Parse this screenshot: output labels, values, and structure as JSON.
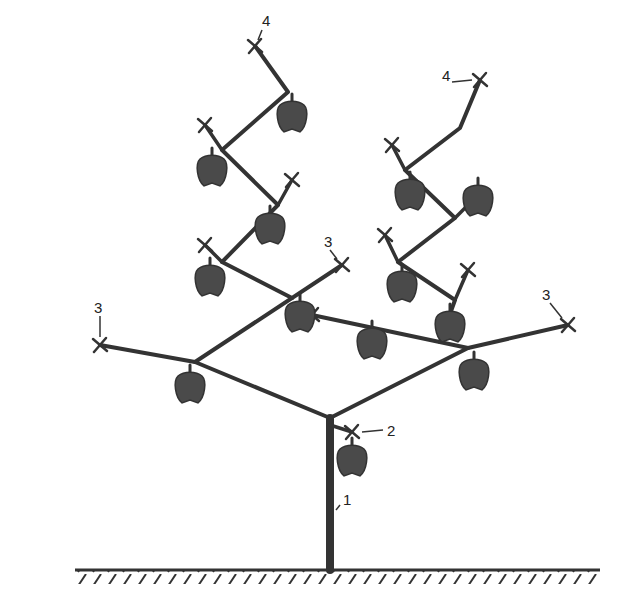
{
  "diagram": {
    "labels": [
      "4",
      "4",
      "3",
      "3",
      "3",
      "2",
      "1"
    ]
  }
}
